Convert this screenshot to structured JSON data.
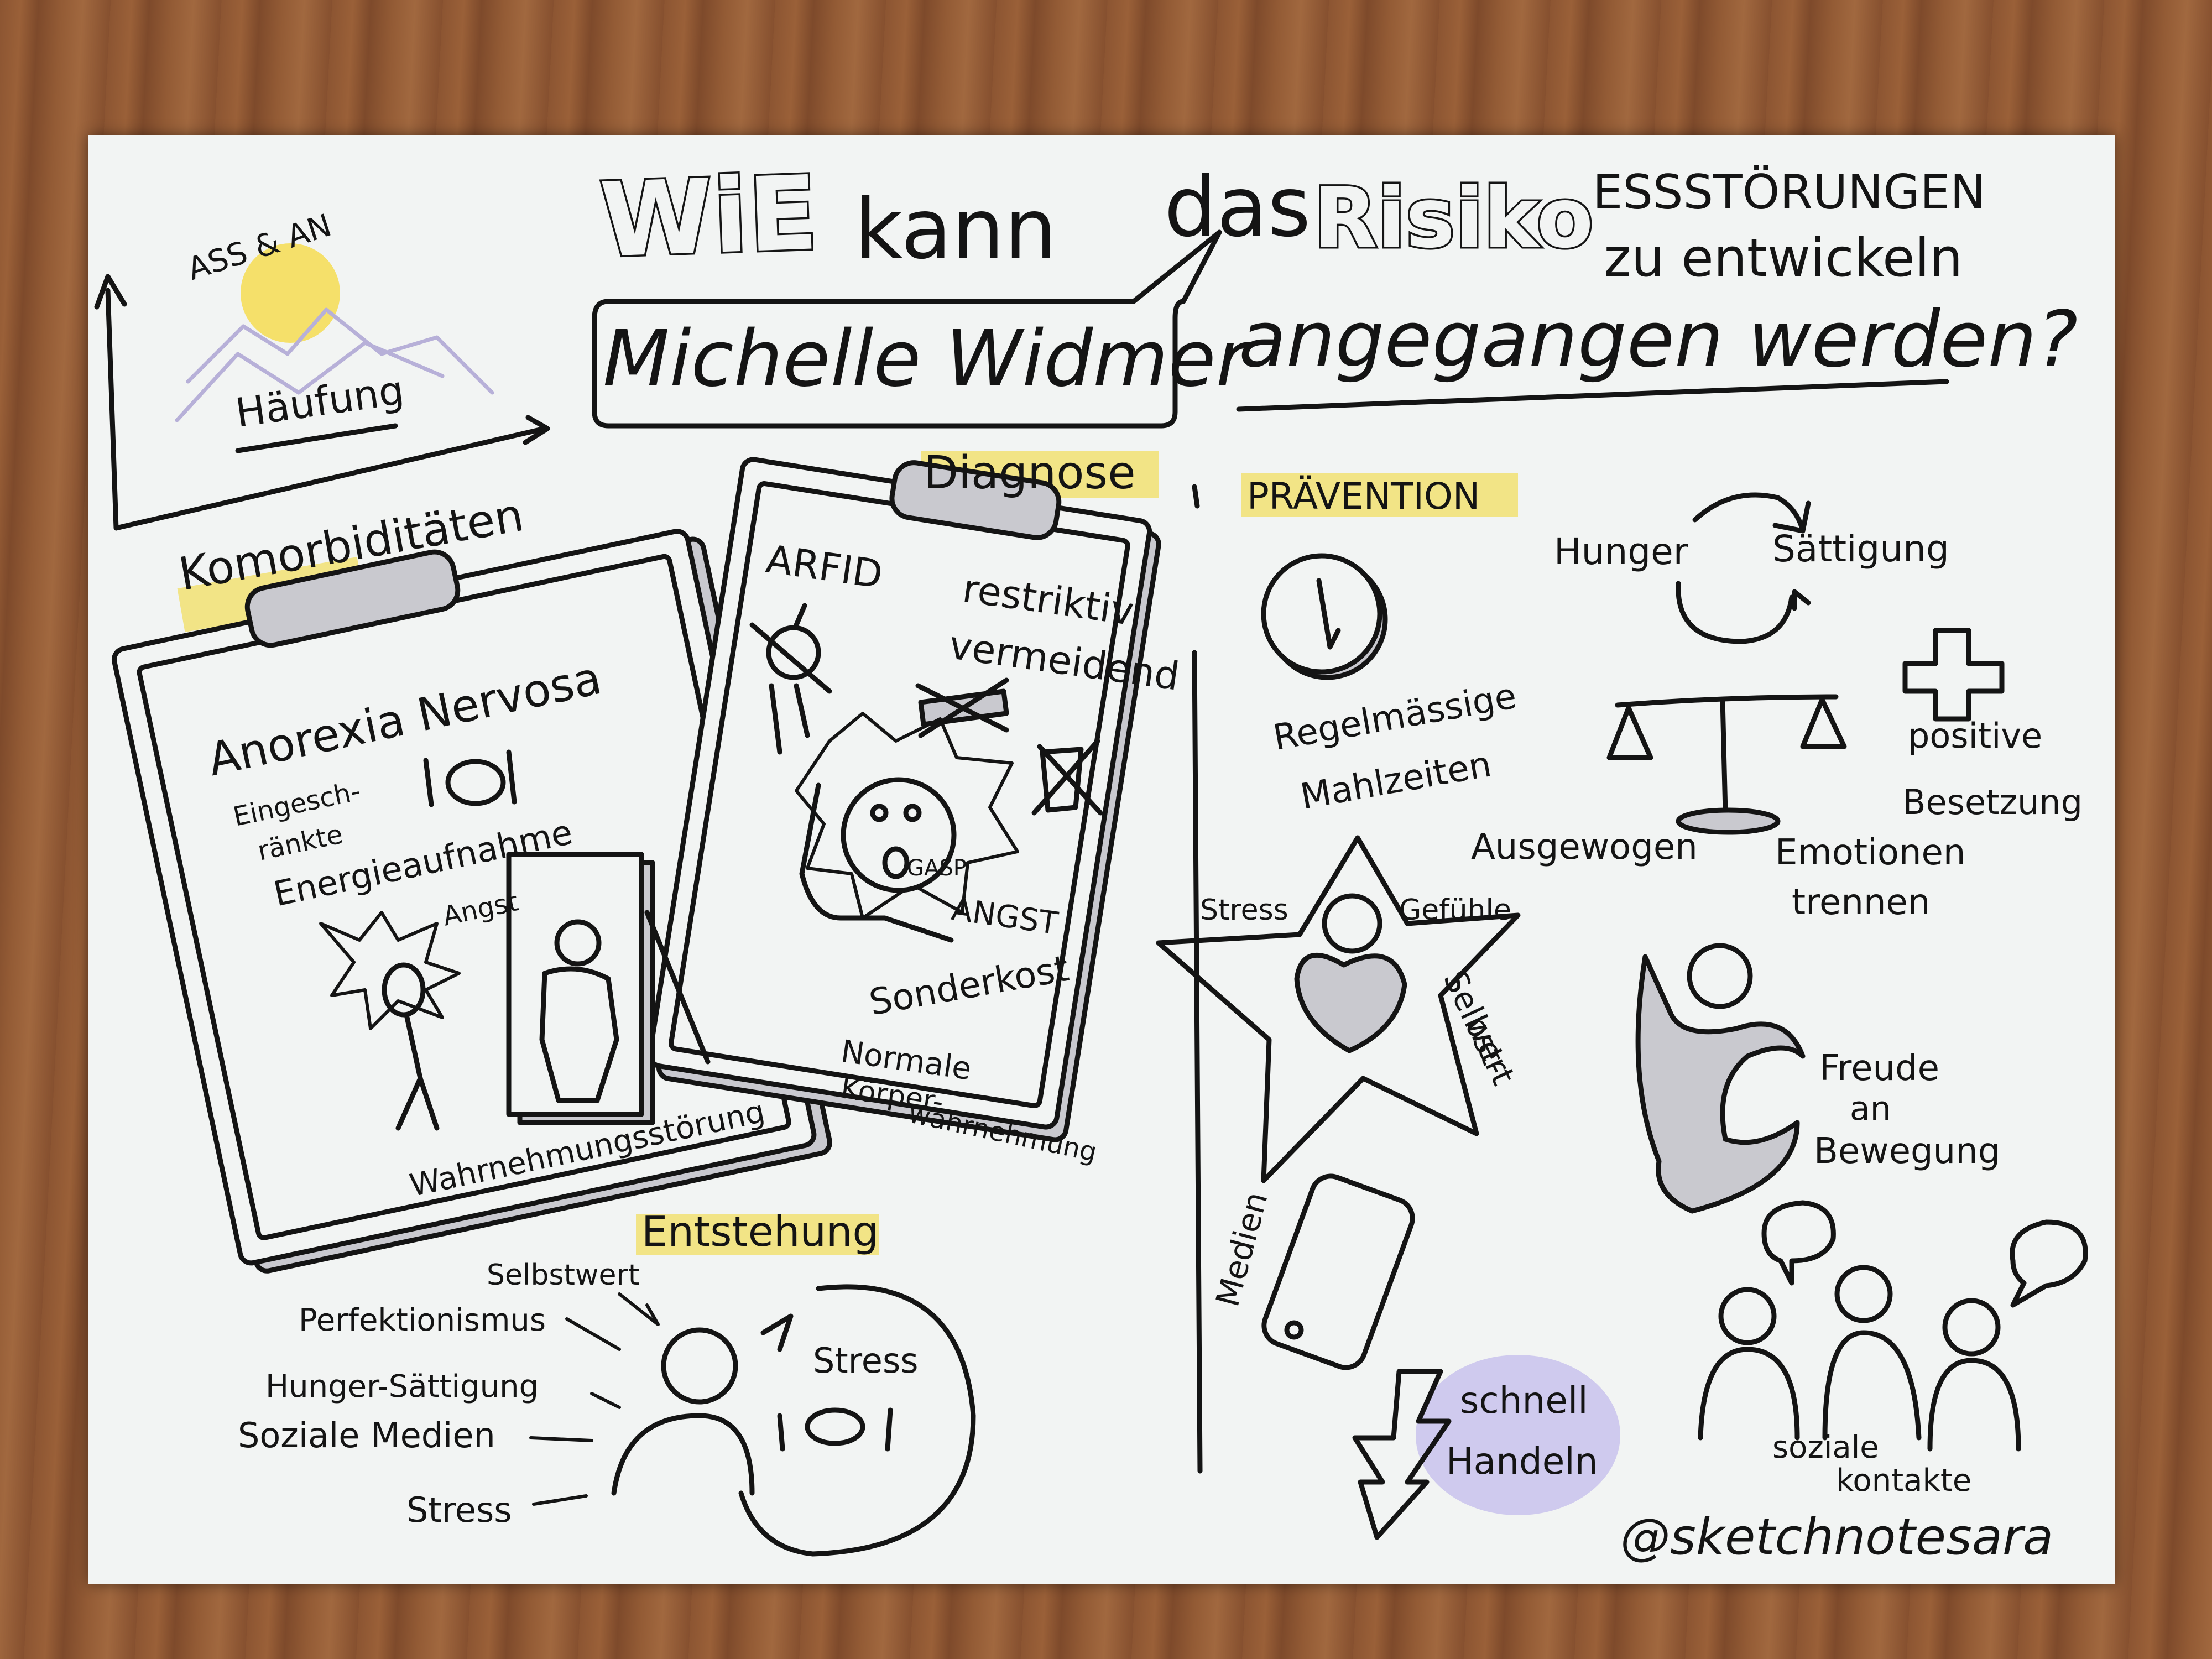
{
  "title": {
    "wie": "WiE",
    "kann": "kann",
    "das": "das",
    "risiko": "Risiko",
    "essstoerungen": "ESSSTÖRUNGEN",
    "zu_entwickeln": "zu entwickeln",
    "angegangen_werden": "angegangen werden?"
  },
  "speaker": "Michelle Widmer",
  "chart_top_left": {
    "label": "ASS & AN",
    "caption": "Häufung"
  },
  "sections": {
    "komorbiditaeten": "Komorbiditäten",
    "diagnose": "Diagnose",
    "praevention": "PRÄVENTION",
    "entstehung": "Entstehung"
  },
  "anorexia": {
    "heading": "Anorexia Nervosa",
    "line1a": "Eingesch-",
    "line1b": "ränkte",
    "line2": "Energieaufnahme",
    "angst": "Angst",
    "bottom": "Wahrnehmungsstörung"
  },
  "arfid": {
    "heading": "ARFID",
    "restriktiv": "restriktiv",
    "vermeidend": "vermeidend",
    "gasp": "GASP",
    "angst": "ANGST",
    "sonderkost": "Sonderkost",
    "normale1": "Normale",
    "normale2": "Körper-",
    "normale3": "wahrnehmung"
  },
  "entstehung": {
    "selbstwert": "Selbstwert",
    "perfektionismus": "Perfektionismus",
    "hunger": "Hunger-Sättigung",
    "medien": "Soziale Medien",
    "stress_left": "Stress",
    "stress_cycle": "Stress"
  },
  "praevention": {
    "regel1": "Regelmässige",
    "regel2": "Mahlzeiten",
    "hunger": "Hunger",
    "saettigung": "Sättigung",
    "ausgewogen": "Ausgewogen",
    "positive1": "positive",
    "positive2": "Besetzung",
    "emotionen1": "Emotionen",
    "emotionen2": "trennen",
    "stress": "Stress",
    "gefuehle": "Gefühle",
    "selbst1": "Selbst-",
    "selbst2": "wert",
    "freude1": "Freude",
    "freude2": "an",
    "freude3": "Bewegung",
    "medien": "Medien",
    "schnell1": "schnell",
    "schnell2": "Handeln",
    "soziale1": "soziale",
    "soziale2": "kontakte"
  },
  "signature": "@sketchnotesara",
  "colors": {
    "paper": "#f2f4f3",
    "ink": "#141414",
    "highlight_yellow": "#f2e27a",
    "highlight_lavender": "#c9c2ec",
    "shadow_grey": "#c9c9cf"
  }
}
